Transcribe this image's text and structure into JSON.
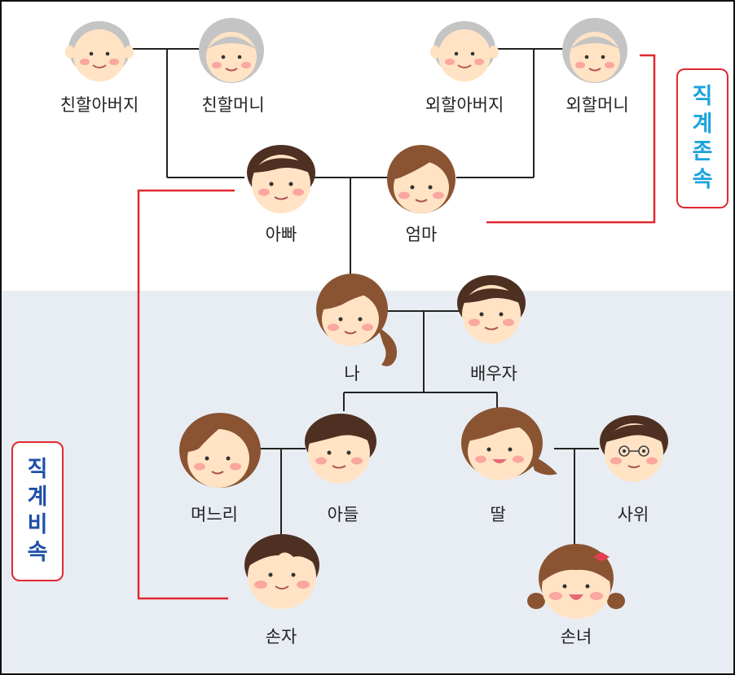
{
  "labels": {
    "paternal_grandfather": "친할아버지",
    "paternal_grandmother": "친할머니",
    "maternal_grandfather": "외할아버지",
    "maternal_grandmother": "외할머니",
    "father": "아빠",
    "mother": "엄마",
    "me": "나",
    "spouse": "배우자",
    "daughter_in_law": "며느리",
    "son": "아들",
    "daughter": "딸",
    "son_in_law": "사위",
    "grandson": "손자",
    "granddaughter": "손녀"
  },
  "ascendant_box": {
    "chars": [
      "직",
      "계",
      "존",
      "속"
    ],
    "color": "#1aa3dd"
  },
  "descendant_box": {
    "chars": [
      "직",
      "계",
      "비",
      "속"
    ],
    "color": "#1f4fa8"
  },
  "colors": {
    "bracket": "#e2282f",
    "tree_line": "#222222",
    "lower_background": "#e8edf4",
    "skin": "#ffe3c4",
    "cheek": "#f9a7a0",
    "gray_hair": "#c4c4c4",
    "brown_hair": "#8a5432",
    "dark_hair": "#4e3022"
  }
}
